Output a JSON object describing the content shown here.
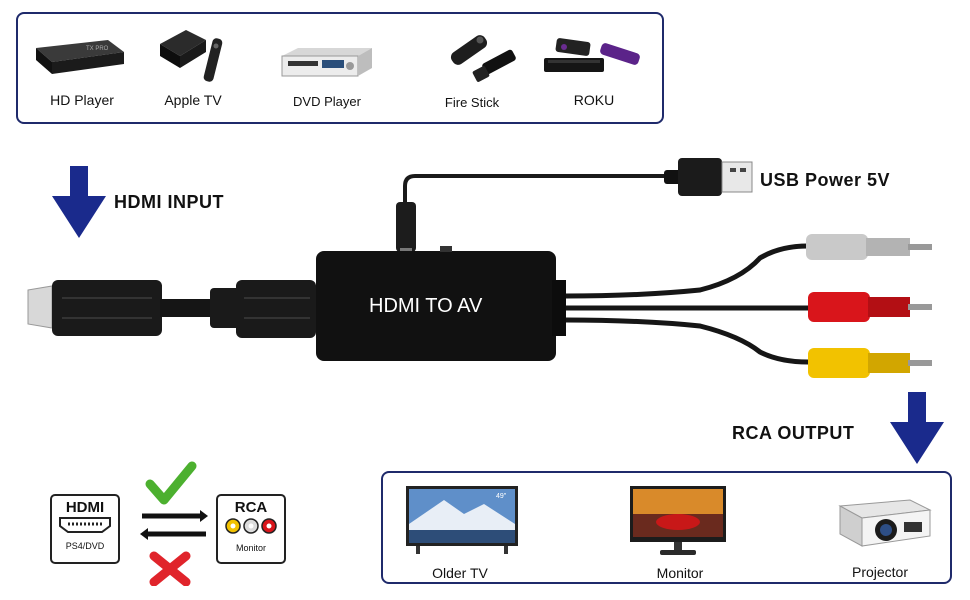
{
  "sources": {
    "items": [
      {
        "label": "HD Player",
        "icon": "tv-box-icon"
      },
      {
        "label": "Apple TV",
        "icon": "apple-tv-icon"
      },
      {
        "label": "DVD Player",
        "icon": "dvd-player-icon"
      },
      {
        "label": "Fire Stick",
        "icon": "fire-stick-icon"
      },
      {
        "label": "ROKU",
        "icon": "roku-icon"
      }
    ]
  },
  "labels": {
    "hdmi_input": "HDMI INPUT",
    "usb_power": "USB Power 5V",
    "converter": "HDMI TO AV",
    "rca_output": "RCA OUTPUT"
  },
  "compat": {
    "hdmi_title": "HDMI",
    "hdmi_sub": "PS4/DVD",
    "rca_title": "RCA",
    "rca_sub": "Monitor"
  },
  "outputs": {
    "items": [
      {
        "label": "Older TV",
        "icon": "tv-icon"
      },
      {
        "label": "Monitor",
        "icon": "monitor-icon"
      },
      {
        "label": "Projector",
        "icon": "projector-icon"
      }
    ]
  },
  "colors": {
    "frame": "#1f2a6b",
    "arrow": "#1a2a8c",
    "rca_white": "#c9c9c9",
    "rca_red": "#d9151b",
    "rca_yellow": "#f2c200",
    "check": "#4cb02f",
    "cross": "#e0242b"
  }
}
